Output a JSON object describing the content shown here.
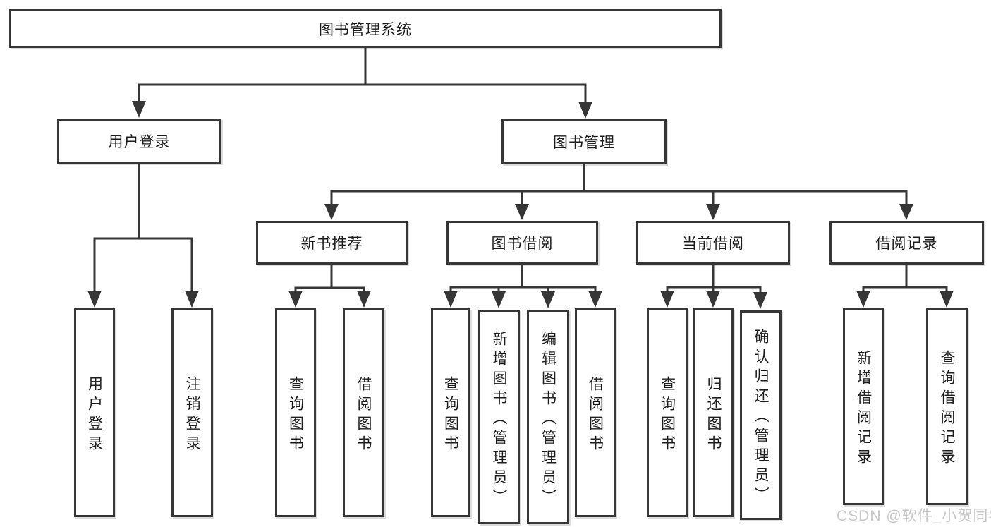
{
  "tree": {
    "root": "图书管理系统",
    "branches": [
      {
        "label": "用户登录",
        "children": [
          {
            "label": "用户登录"
          },
          {
            "label": "注销登录"
          }
        ]
      },
      {
        "label": "图书管理",
        "children": [
          {
            "label": "新书推荐",
            "children": [
              {
                "label": "查询图书"
              },
              {
                "label": "借阅图书"
              }
            ]
          },
          {
            "label": "图书借阅",
            "children": [
              {
                "label": "查询图书"
              },
              {
                "label": "新增图书（管理员）"
              },
              {
                "label": "编辑图书（管理员）"
              },
              {
                "label": "借阅图书"
              }
            ]
          },
          {
            "label": "当前借阅",
            "children": [
              {
                "label": "查询图书"
              },
              {
                "label": "归还图书"
              },
              {
                "label": "确认归还（管理员）"
              }
            ]
          },
          {
            "label": "借阅记录",
            "children": [
              {
                "label": "新增借阅记录"
              },
              {
                "label": "查询借阅记录"
              }
            ]
          }
        ]
      }
    ]
  },
  "watermark": "CSDN @软件_小贺同学",
  "colors": {
    "line": "#363636",
    "box_border": "#363636",
    "text": "#1d1d1d",
    "background": "#ffffff",
    "watermark": "#c6c6c6"
  }
}
